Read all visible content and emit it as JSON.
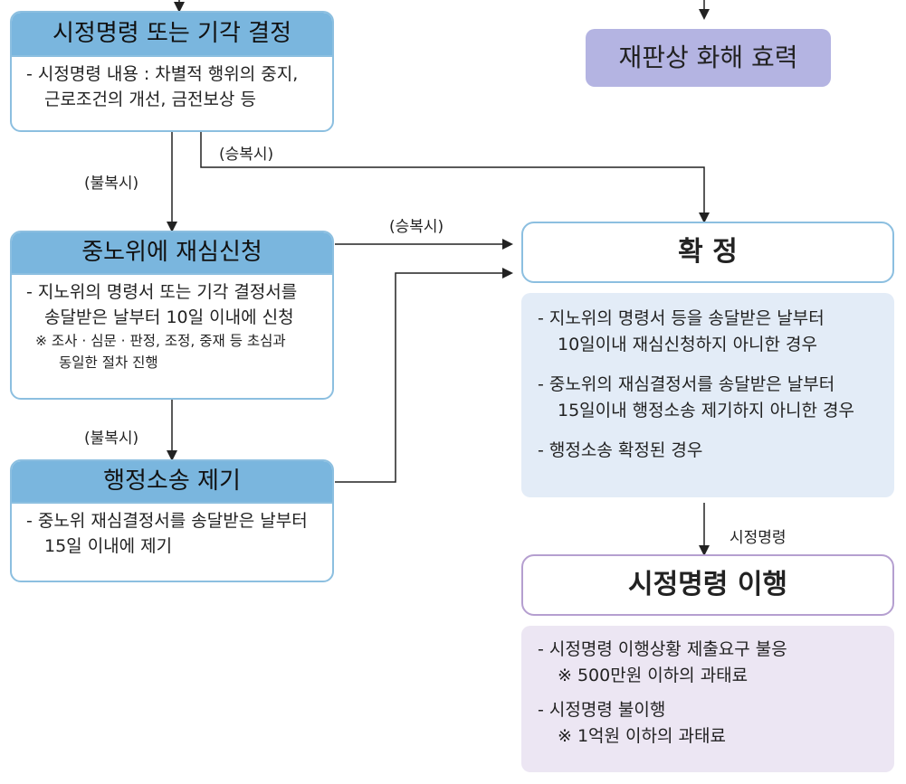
{
  "colors": {
    "header_blue": "#7ab6de",
    "border_blue": "#8cbfe0",
    "pill_purple": "#b4b4e2",
    "panel_blue": "#e3ecf7",
    "panel_purple": "#ece6f3",
    "border_purple": "#b59fd0",
    "arrow": "#222222"
  },
  "box1": {
    "title": "시정명령 또는 기각 결정",
    "lines": [
      "- 시정명령 내용 : 차별적 행위의 중지,",
      "근로조건의 개선, 금전보상 등"
    ]
  },
  "box2": {
    "title": "중노위에 재심신청",
    "lines": [
      "- 지노위의 명령서 또는 기각 결정서를",
      "송달받은 날부터 10일 이내에 신청"
    ],
    "notes": [
      "※ 조사 · 심문 · 판정, 조정, 중재 등 초심과",
      "동일한 절차 진행"
    ]
  },
  "box3": {
    "title": "행정소송 제기",
    "lines": [
      "- 중노위 재심결정서를 송달받은 날부터",
      "15일 이내에 제기"
    ]
  },
  "labels": {
    "objection1": "(불복시)",
    "accept1": "(승복시)",
    "accept2": "(승복시)",
    "objection2": "(불복시)",
    "correction_order": "시정명령"
  },
  "settlement": "재판상 화해 효력",
  "confirm": {
    "title": "확 정",
    "items": [
      [
        "- 지노위의 명령서 등을 송달받은 날부터",
        "10일이내 재심신청하지 아니한 경우"
      ],
      [
        "- 중노위의 재심결정서를 송달받은 날부터",
        "15일이내 행정소송 제기하지 아니한 경우"
      ],
      [
        "- 행정소송 확정된 경우"
      ]
    ]
  },
  "compliance": {
    "title": "시정명령 이행",
    "items": [
      [
        "- 시정명령 이행상황 제출요구 불응",
        "※ 500만원 이하의 과태료"
      ],
      [
        "- 시정명령 불이행",
        "※ 1억원 이하의 과태료"
      ]
    ]
  }
}
